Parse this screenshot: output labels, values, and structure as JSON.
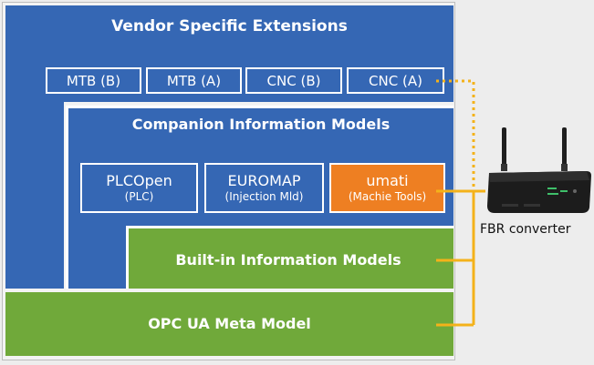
{
  "vendor": {
    "title": "Vendor Specific Extensions",
    "boxes": [
      "MTB (B)",
      "MTB (A)",
      "CNC (B)",
      "CNC (A)"
    ]
  },
  "companion": {
    "title": "Companion Information Models",
    "boxes": [
      {
        "main": "PLCOpen",
        "sub": "(PLC)"
      },
      {
        "main": "EUROMAP",
        "sub": "(Injection Mld)"
      },
      {
        "main": "umati",
        "sub": "(Machie Tools)"
      }
    ]
  },
  "builtin": {
    "title": "Built-in Information Models"
  },
  "meta": {
    "title": "OPC UA Meta Model"
  },
  "device": {
    "label": "FBR converter"
  },
  "colors": {
    "layer_blue": "#3567b4",
    "layer_green": "#70a93a",
    "umati_orange": "#ee7f22",
    "connector": "#f4b21a"
  }
}
